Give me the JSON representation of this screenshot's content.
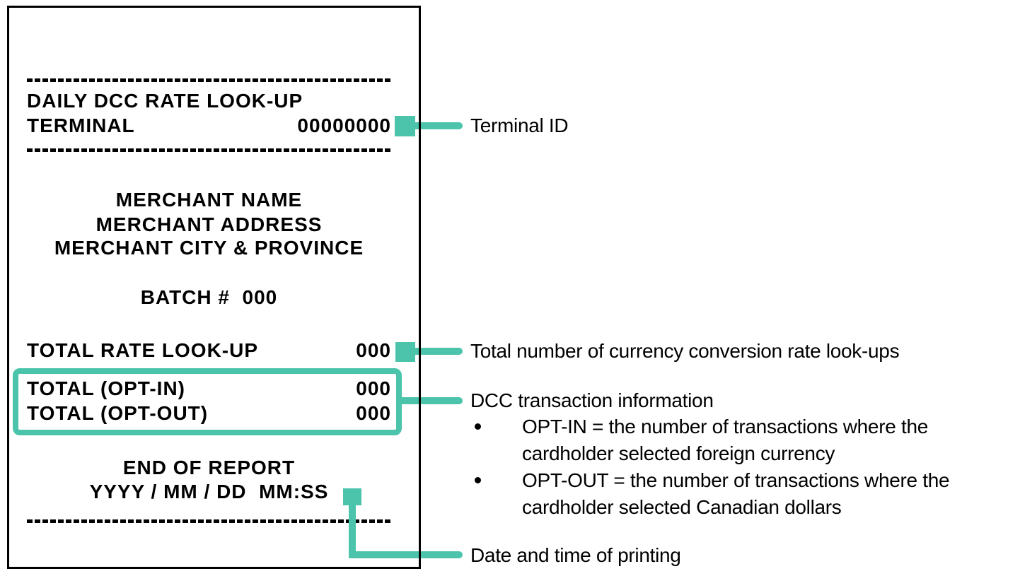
{
  "accent_color": "#4cc4ab",
  "receipt": {
    "header": {
      "title": "DAILY DCC RATE LOOK-UP",
      "terminal_label": "TERMINAL",
      "terminal_value": "00000000"
    },
    "merchant": {
      "name": "MERCHANT NAME",
      "address": "MERCHANT ADDRESS",
      "city": "MERCHANT CITY & PROVINCE"
    },
    "batch_line": "BATCH #  000",
    "totals": [
      {
        "label": "TOTAL RATE LOOK-UP",
        "value": "000"
      },
      {
        "label": "TOTAL (OPT-IN)",
        "value": "000"
      },
      {
        "label": "TOTAL (OPT-OUT)",
        "value": "000"
      }
    ],
    "footer": {
      "end_line": "END OF REPORT",
      "datetime_line": "YYYY / MM / DD  MM:SS"
    }
  },
  "annotations": {
    "terminal_id": "Terminal ID",
    "rate_lookups": "Total number of currency conversion rate look-ups",
    "dcc_info_title": "DCC transaction information",
    "bullets": [
      "OPT-IN = the number of transactions where the cardholder selected foreign currency",
      "OPT-OUT = the number of transactions where the cardholder selected Canadian dollars"
    ],
    "datetime": "Date and time of printing"
  }
}
